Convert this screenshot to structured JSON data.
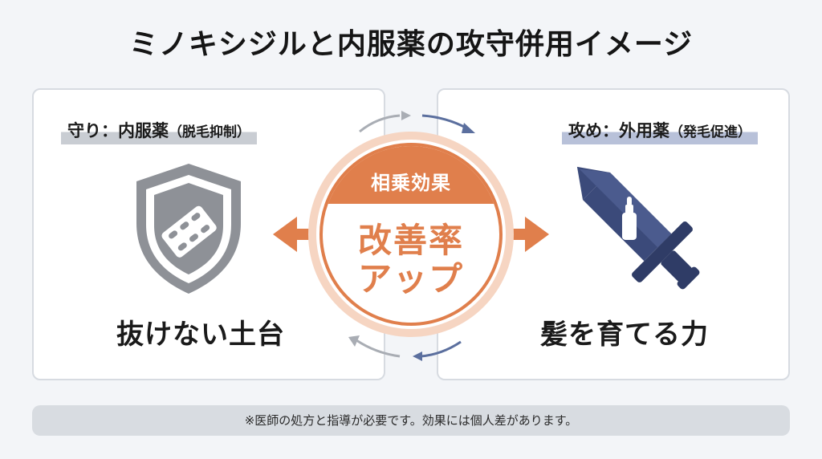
{
  "title": "ミノキシジルと内服薬の攻守併用イメージ",
  "left_panel": {
    "label_main": "守り：内服薬",
    "label_sub": "（脱毛抑制）",
    "caption": "抜けない土台",
    "icon": "shield-with-pill-pack-icon",
    "color": "#8e9197"
  },
  "right_panel": {
    "label_main": "攻め：外用薬",
    "label_sub": "（発毛促進）",
    "caption": "髪を育てる力",
    "icon": "sword-with-dropper-bottle-icon",
    "color": "#3b4a7a"
  },
  "center": {
    "title": "相乗効果",
    "main_line1": "改善率",
    "main_line2": "アップ",
    "accent_color": "#e07f4c"
  },
  "footer": {
    "note": "※医師の処方と指導が必要です。効果には個人差があります。"
  }
}
